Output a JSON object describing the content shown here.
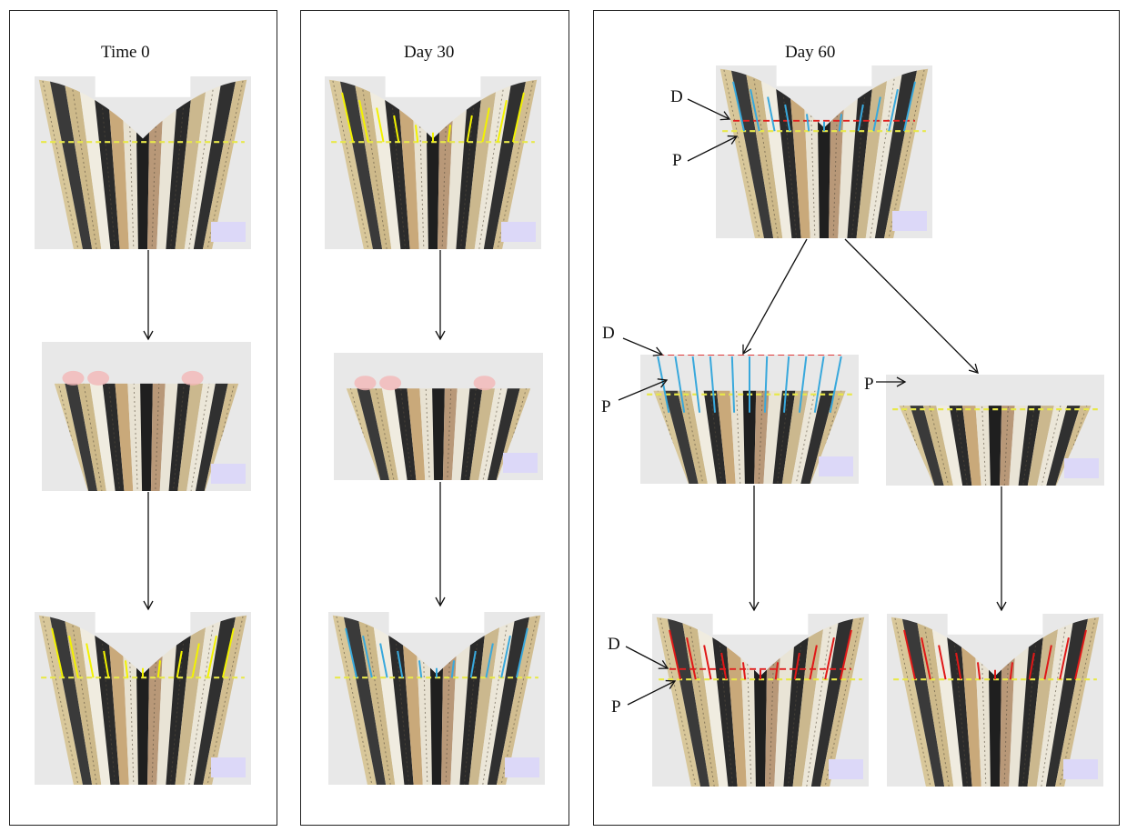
{
  "panels": [
    {
      "title": "Time 0"
    },
    {
      "title": "Day 30"
    },
    {
      "title": "Day 60"
    }
  ],
  "markers": {
    "distal": "D",
    "proximal": "P"
  },
  "colors": {
    "amputation_line": "#e8e84a",
    "regrowth_first_rays": "#f2f200",
    "regrowth_second_rays": "#38a8dc",
    "regrowth_third_rays": "#e01818",
    "distal_line": "#e02020",
    "scale_box": "#dcd8f8",
    "background_plate": "#e8e8e8"
  },
  "fins": [
    {
      "id": "t0-intact",
      "shape": "notched",
      "rays": "none",
      "p_line": true
    },
    {
      "id": "t0-amputated",
      "shape": "cut",
      "rays": "none",
      "blush": true
    },
    {
      "id": "t0-regrown",
      "shape": "notched",
      "rays": "yellow",
      "p_line": true
    },
    {
      "id": "d30-intact",
      "shape": "notched",
      "rays": "yellow",
      "p_line": true
    },
    {
      "id": "d30-amputated",
      "shape": "cut",
      "rays": "none",
      "blush": true
    },
    {
      "id": "d30-regrown",
      "shape": "notched",
      "rays": "blue",
      "p_line": true
    },
    {
      "id": "d60-intact",
      "shape": "notched",
      "rays": "blue",
      "p_line": true,
      "d_line": true
    },
    {
      "id": "d60-cut-distal",
      "shape": "cut",
      "rays": "blue-stubs",
      "p_line": true,
      "d_line": true
    },
    {
      "id": "d60-cut-proximal",
      "shape": "cut",
      "rays": "none",
      "p_line": true
    },
    {
      "id": "d60-regrown-distal",
      "shape": "notched",
      "rays": "red",
      "p_line": true,
      "d_line": true
    },
    {
      "id": "d60-regrown-proximal",
      "shape": "notched",
      "rays": "red",
      "p_line": true
    }
  ]
}
